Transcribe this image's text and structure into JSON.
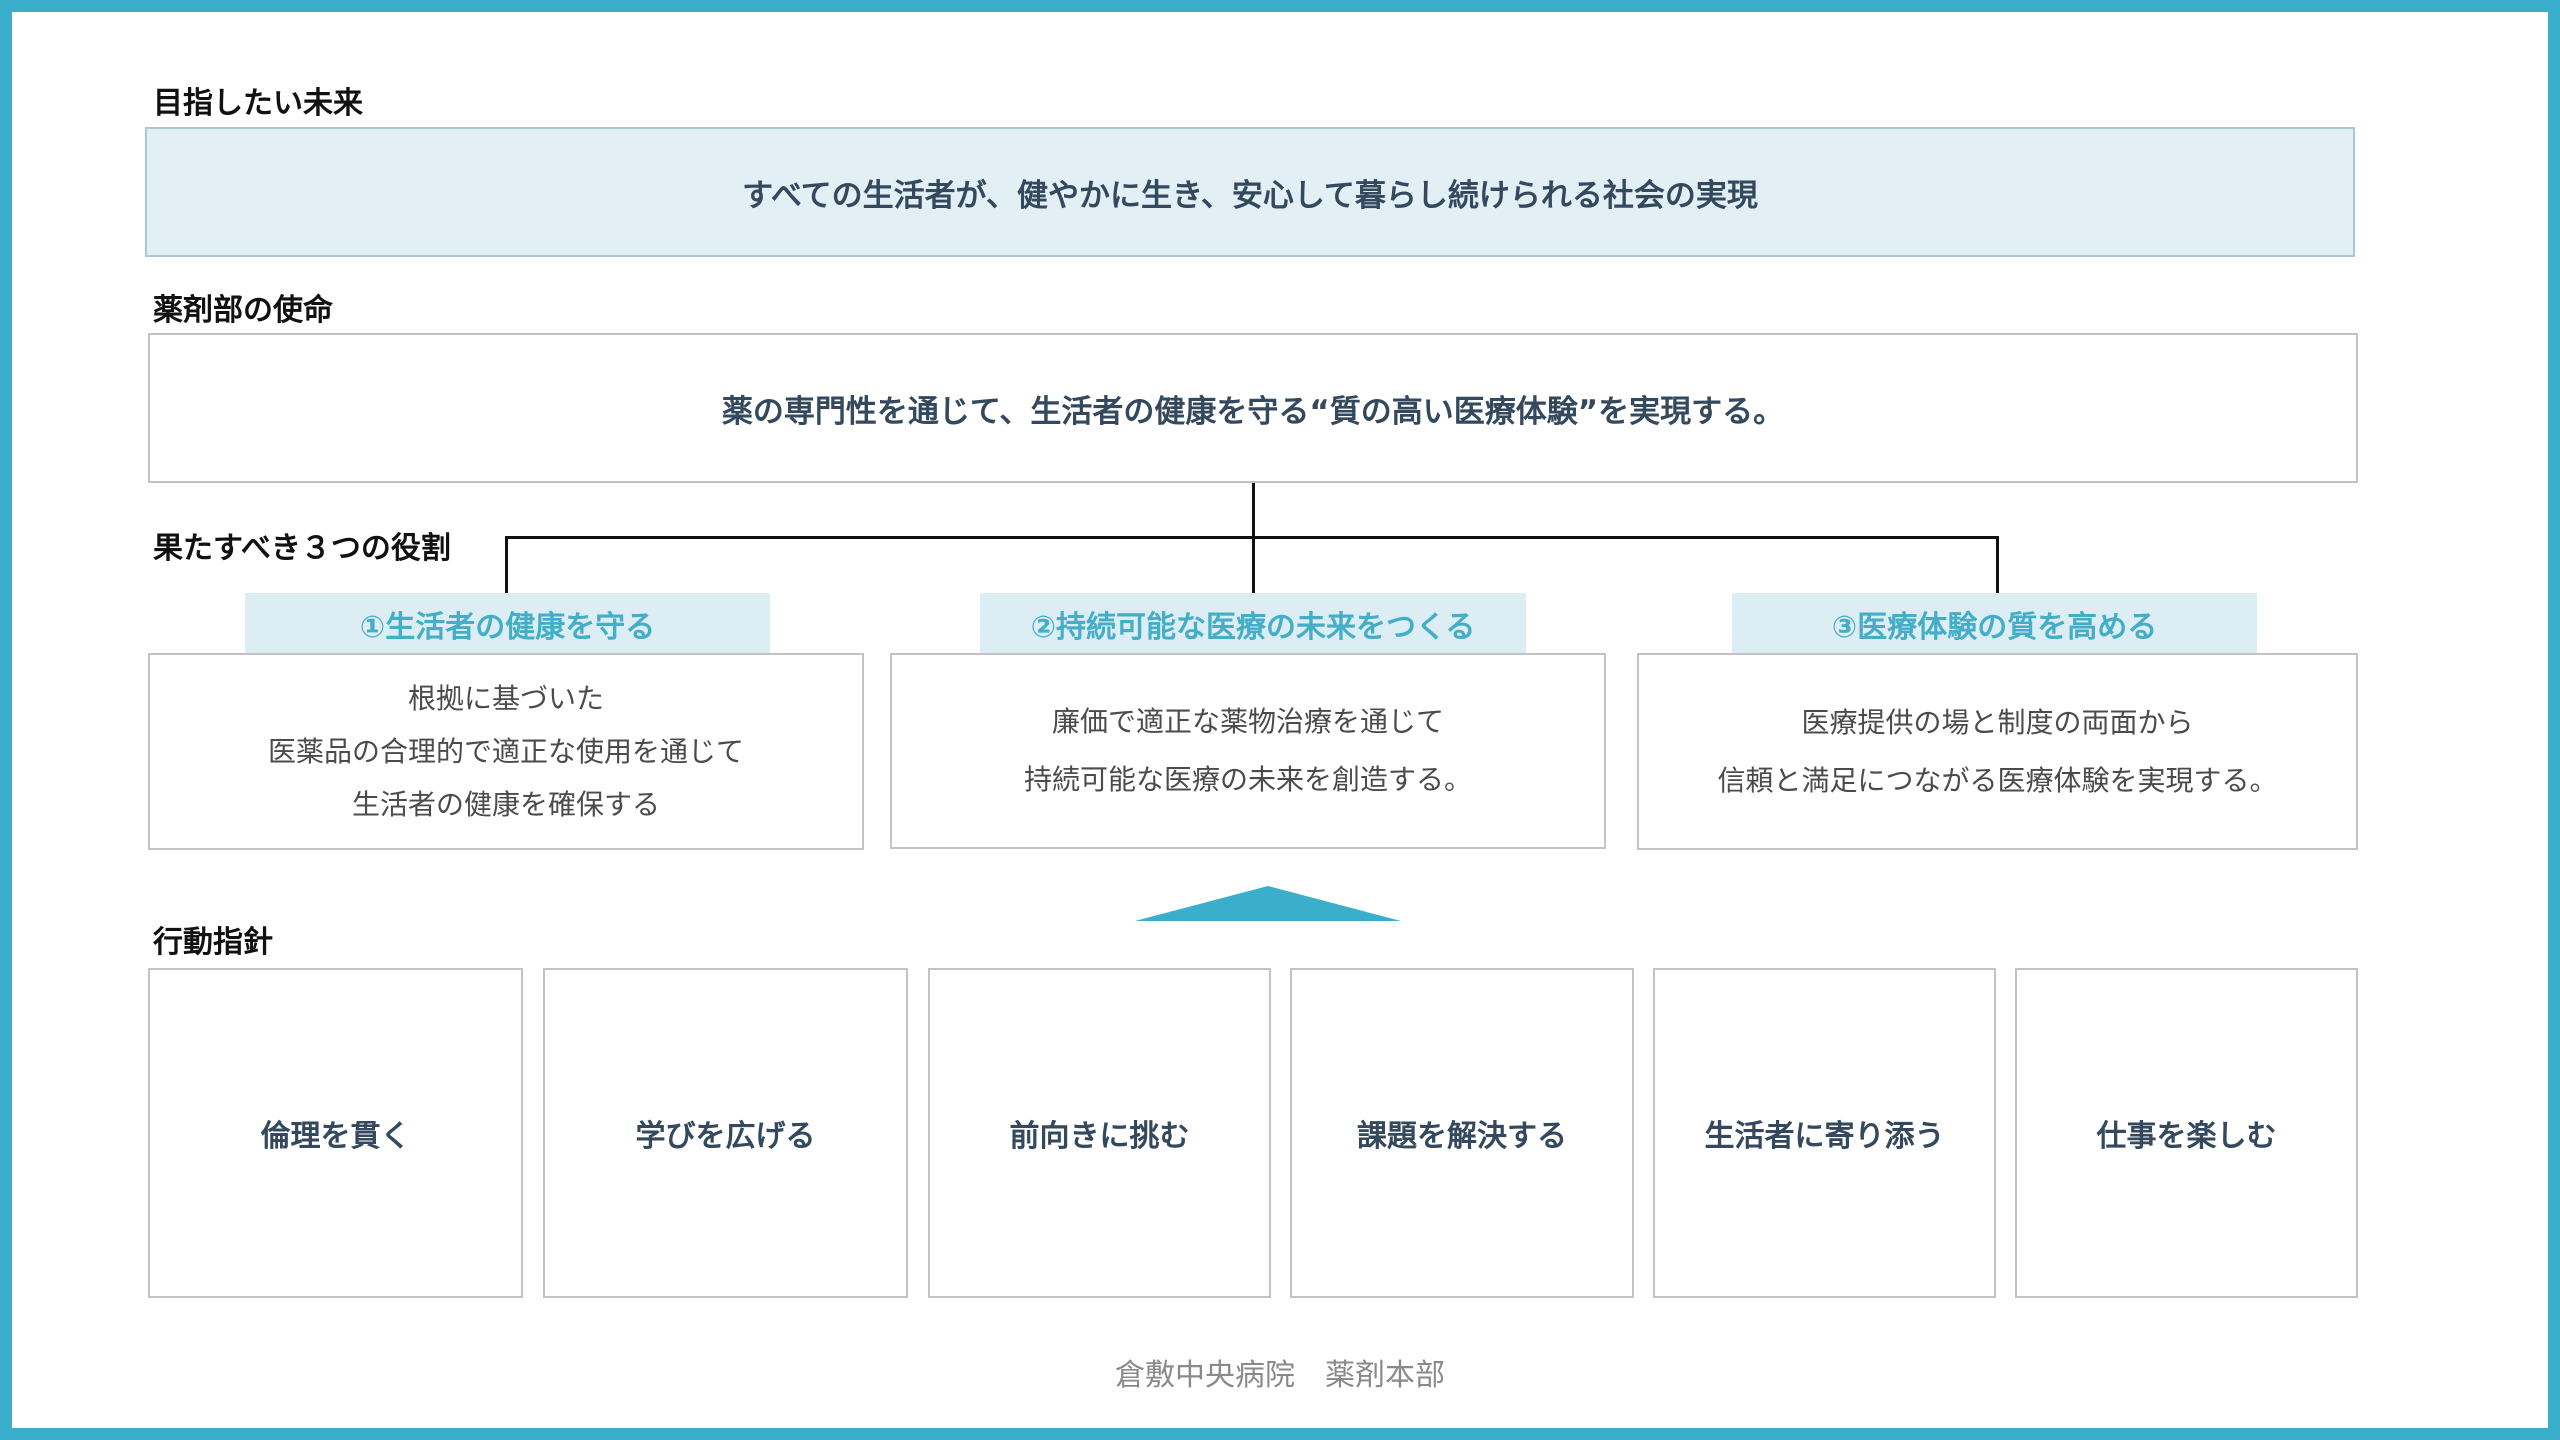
{
  "colors": {
    "frame": "#3aaecb",
    "accent_text": "#44aec8",
    "vision_fill": "#e2f0f5",
    "role_header_fill": "#dceef4",
    "body_text": "#34495e",
    "triangle": "#3aaecb"
  },
  "vision": {
    "heading": "目指したい未来",
    "statement": "すべての生活者が、健やかに生き、安心して暮らし続けられる社会の実現"
  },
  "mission": {
    "heading": "薬剤部の使命",
    "statement": "薬の専門性を通じて、生活者の健康を守る“質の高い医療体験”を実現する。"
  },
  "roles": {
    "heading": "果たすべき３つの役割",
    "items": [
      {
        "title": "①生活者の健康を守る",
        "lines": [
          "根拠に基づいた",
          "医薬品の合理的で適正な使用を通じて",
          "生活者の健康を確保する"
        ]
      },
      {
        "title": "②持続可能な医療の未来をつくる",
        "lines": [
          "廉価で適正な薬物治療を通じて",
          "持続可能な医療の未来を創造する。"
        ]
      },
      {
        "title": "③医療体験の質を高める",
        "lines": [
          "医療提供の場と制度の両面から",
          "信頼と満足につながる医療体験を実現する。"
        ]
      }
    ]
  },
  "actions": {
    "heading": "行動指針",
    "items": [
      "倫理を貫く",
      "学びを広げる",
      "前向きに挑む",
      "課題を解決する",
      "生活者に寄り添う",
      "仕事を楽しむ"
    ]
  },
  "footer": "倉敷中央病院　薬剤本部"
}
